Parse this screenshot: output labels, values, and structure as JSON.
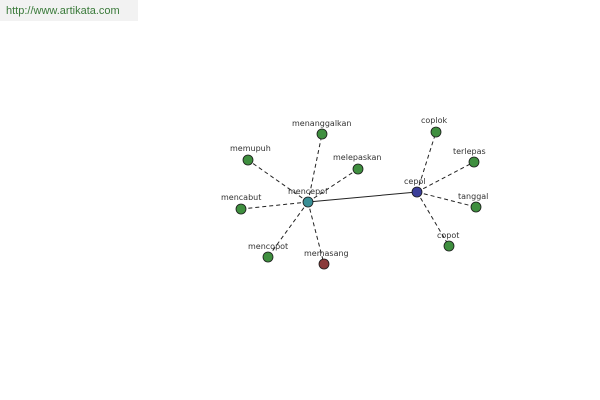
{
  "header": {
    "url": "http://www.artikata.com"
  },
  "colors": {
    "green": "#3f8f3f",
    "teal": "#3a8f96",
    "blue": "#3b3f9a",
    "red": "#8a3a3a"
  },
  "graph": {
    "nodes": [
      {
        "id": "mencepol",
        "label": "mencepol",
        "color": "teal"
      },
      {
        "id": "cepol",
        "label": "cepol",
        "color": "blue"
      },
      {
        "id": "menanggalkan",
        "label": "menanggalkan",
        "color": "green"
      },
      {
        "id": "memupuh",
        "label": "memupuh",
        "color": "green"
      },
      {
        "id": "melepaskan",
        "label": "melepaskan",
        "color": "green"
      },
      {
        "id": "mencabut",
        "label": "mencabut",
        "color": "green"
      },
      {
        "id": "mencopot",
        "label": "mencopot",
        "color": "green"
      },
      {
        "id": "memasang",
        "label": "memasang",
        "color": "red"
      },
      {
        "id": "coplok",
        "label": "coplok",
        "color": "green"
      },
      {
        "id": "terlepas",
        "label": "terlepas",
        "color": "green"
      },
      {
        "id": "tanggal",
        "label": "tanggal",
        "color": "green"
      },
      {
        "id": "copot",
        "label": "copot",
        "color": "green"
      }
    ],
    "edges": [
      {
        "from": "mencepol",
        "to": "cepol",
        "style": "solid"
      },
      {
        "from": "mencepol",
        "to": "menanggalkan",
        "style": "dashed"
      },
      {
        "from": "mencepol",
        "to": "memupuh",
        "style": "dashed"
      },
      {
        "from": "mencepol",
        "to": "melepaskan",
        "style": "dashed"
      },
      {
        "from": "mencepol",
        "to": "mencabut",
        "style": "dashed"
      },
      {
        "from": "mencepol",
        "to": "mencopot",
        "style": "dashed"
      },
      {
        "from": "mencepol",
        "to": "memasang",
        "style": "dashed"
      },
      {
        "from": "cepol",
        "to": "coplok",
        "style": "dashed"
      },
      {
        "from": "cepol",
        "to": "terlepas",
        "style": "dashed"
      },
      {
        "from": "cepol",
        "to": "tanggal",
        "style": "dashed"
      },
      {
        "from": "cepol",
        "to": "copot",
        "style": "dashed"
      }
    ]
  }
}
